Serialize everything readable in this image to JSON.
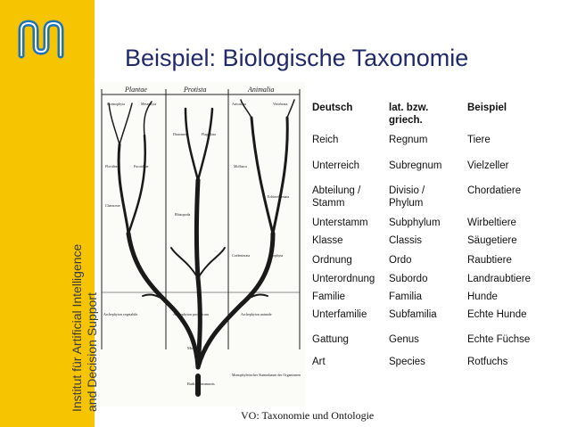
{
  "institute": {
    "line1": "Institut für Artificial Intelligence",
    "line2": "and Decision Support"
  },
  "slide_title": "Beispiel: Biologische Taxonomie",
  "footer": "VO: Taxonomie und Ontologie",
  "colors": {
    "sidebar": "#f6c400",
    "title": "#202a6b"
  },
  "tree_figure": {
    "columns": [
      "Plantae",
      "Protista",
      "Animalia"
    ],
    "labels": [
      "Cormophyta",
      "Metaphyta",
      "Articulata",
      "Vertebrata",
      "Florideae",
      "Fucoideae",
      "Characeae",
      "Diatomeae",
      "Flagellata",
      "Rhizopoda",
      "Mollusca",
      "Echinodermata",
      "Coelenterata",
      "Zoophyta",
      "Archephyton vegetabile",
      "Archephyton protisticum",
      "Archephyton animale",
      "Moneres",
      "Radix communis"
    ],
    "caption": "Monophyletischer Stammbaum der Organismen"
  },
  "table": {
    "header": [
      "Deutsch",
      "lat. bzw. griech.",
      "Beispiel"
    ],
    "rows": [
      [
        "Reich",
        "Regnum",
        "Tiere"
      ],
      [
        "Unterreich",
        "Subregnum",
        "Vielzeller"
      ],
      [
        "Abteilung / Stamm",
        "Divisio / Phylum",
        "Chordatiere"
      ],
      [
        "Unterstamm",
        "Subphylum",
        "Wirbeltiere"
      ],
      [
        "Klasse",
        "Classis",
        "Säugetiere"
      ],
      [
        "Ordnung",
        "Ordo",
        "Raubtiere"
      ],
      [
        "Unterordnung",
        "Subordo",
        "Landraubtiere"
      ],
      [
        "Familie",
        "Familia",
        "Hunde"
      ],
      [
        "Unterfamilie",
        "Subfamilia",
        "Echte Hunde"
      ],
      [
        "Gattung",
        "Genus",
        "Echte Füchse"
      ],
      [
        "Art",
        "Species",
        "Rotfuchs"
      ]
    ]
  }
}
